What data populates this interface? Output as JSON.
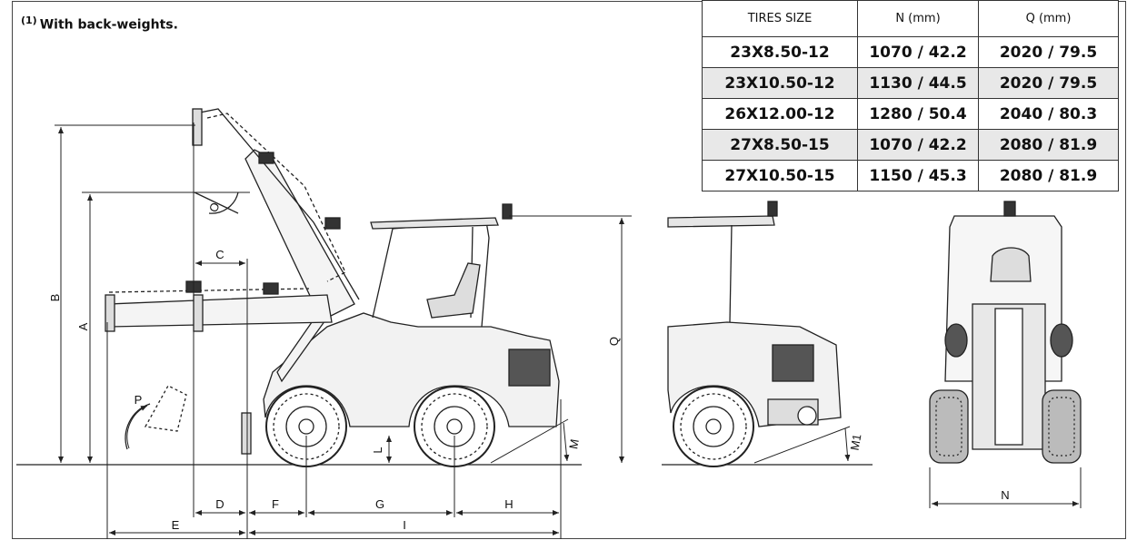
{
  "note": {
    "marker": "(1)",
    "text": "With back-weights."
  },
  "table": {
    "headers": [
      "TIRES SIZE",
      "N (mm)",
      "Q (mm)"
    ],
    "rows": [
      [
        "23X8.50-12",
        "1070 / 42.2",
        "2020 / 79.5"
      ],
      [
        "23X10.50-12",
        "1130 / 44.5",
        "2020 / 79.5"
      ],
      [
        "26X12.00-12",
        "1280 / 50.4",
        "2040 / 80.3"
      ],
      [
        "27X8.50-15",
        "1070 / 42.2",
        "2080 / 81.9"
      ],
      [
        "27X10.50-15",
        "1150 / 45.3",
        "2080 / 81.9"
      ]
    ]
  },
  "dimensions": {
    "A": "A",
    "B": "B",
    "C": "C",
    "D": "D",
    "E": "E",
    "F": "F",
    "G": "G",
    "H": "H",
    "I": "I",
    "L": "L",
    "M": "M",
    "M1": "M1",
    "N": "N",
    "O": "O",
    "P": "P",
    "Q": "Q"
  }
}
